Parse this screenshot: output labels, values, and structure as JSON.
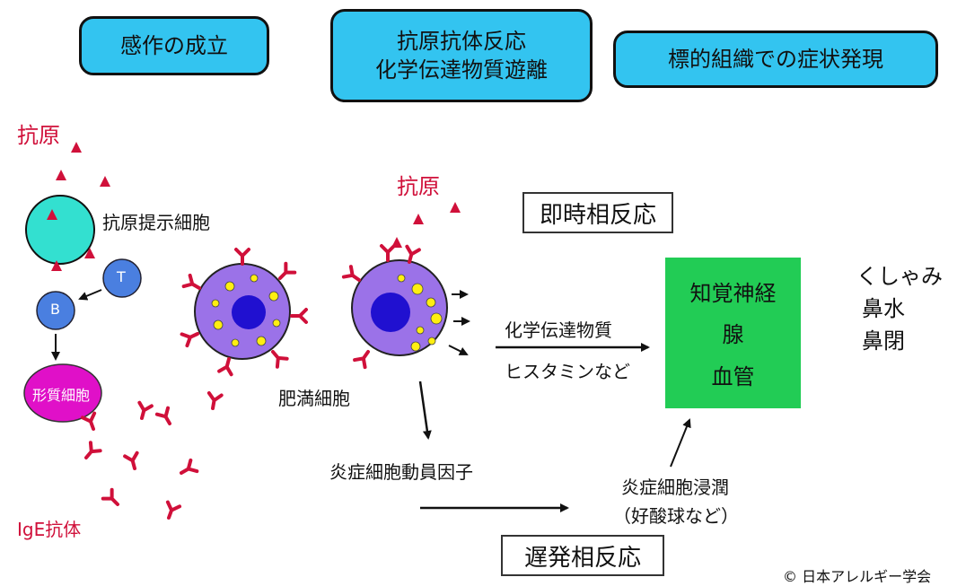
{
  "phases": {
    "sensitization": "感作の成立",
    "reaction": "抗原抗体反応\n化学伝達物質遊離",
    "symptoms": "標的組織での症状発現"
  },
  "labels": {
    "antigen_left": "抗原",
    "antigen_center": "抗原",
    "apc": "抗原提示細胞",
    "t_cell": "T",
    "b_cell": "B",
    "plasma_cell": "形質細胞",
    "ige": "IgE抗体",
    "mast_cell": "肥満細胞",
    "immediate": "即時相反応",
    "mediators": "化学伝達物質",
    "histamine": "ヒスタミンなど",
    "recruit": "炎症細胞動員因子",
    "infiltration_1": "炎症細胞浸潤",
    "infiltration_2": "（好酸球など）",
    "late": "遅発相反応",
    "copyright": "© 日本アレルギー学会"
  },
  "target_tissue": [
    "知覚神経",
    "腺",
    "血管"
  ],
  "symptoms": [
    "くしゃみ",
    "鼻水",
    "鼻閉"
  ],
  "colors": {
    "phase_box": "#33c4f0",
    "antigen": "#d0103a",
    "apc": "#33e0d0",
    "lymphocyte": "#4a7fe0",
    "plasma": "#e010c8",
    "mast_cell": "#9b72e8",
    "nucleus": "#2010d0",
    "granule": "#ffee11",
    "target": "#22cc55"
  }
}
